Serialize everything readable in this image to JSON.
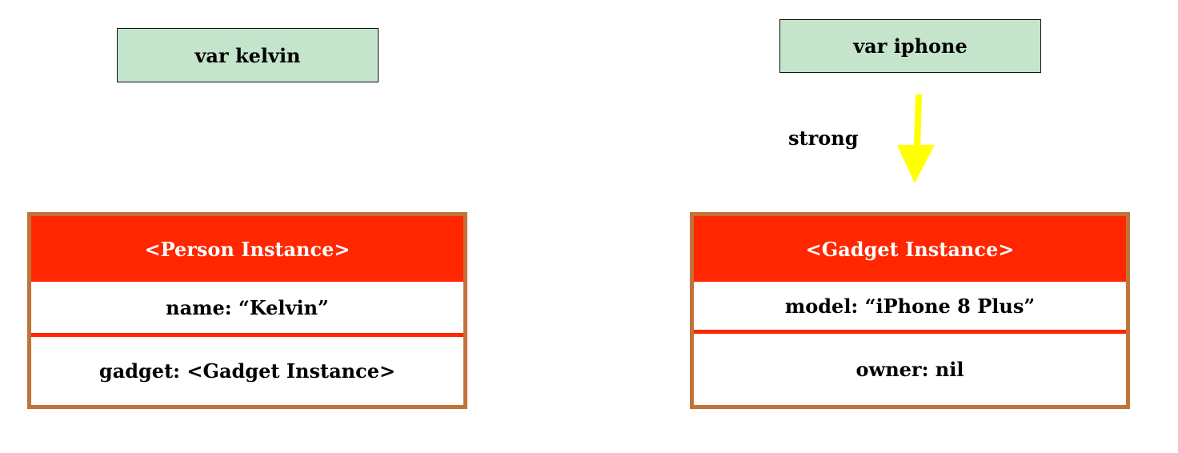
{
  "variables": {
    "kelvin": "var kelvin",
    "iphone": "var iphone"
  },
  "reference_label": "strong",
  "person": {
    "title": "<Person Instance>",
    "name": "name: “Kelvin”",
    "gadget": "gadget: <Gadget Instance>"
  },
  "gadget": {
    "title": "<Gadget Instance>",
    "model": "model: “iPhone 8 Plus”",
    "owner": "owner: nil"
  },
  "colors": {
    "header": "#FF2600",
    "border": "#C07438",
    "var_fill": "#C4E4CB",
    "arrow": "#FFFF00"
  }
}
